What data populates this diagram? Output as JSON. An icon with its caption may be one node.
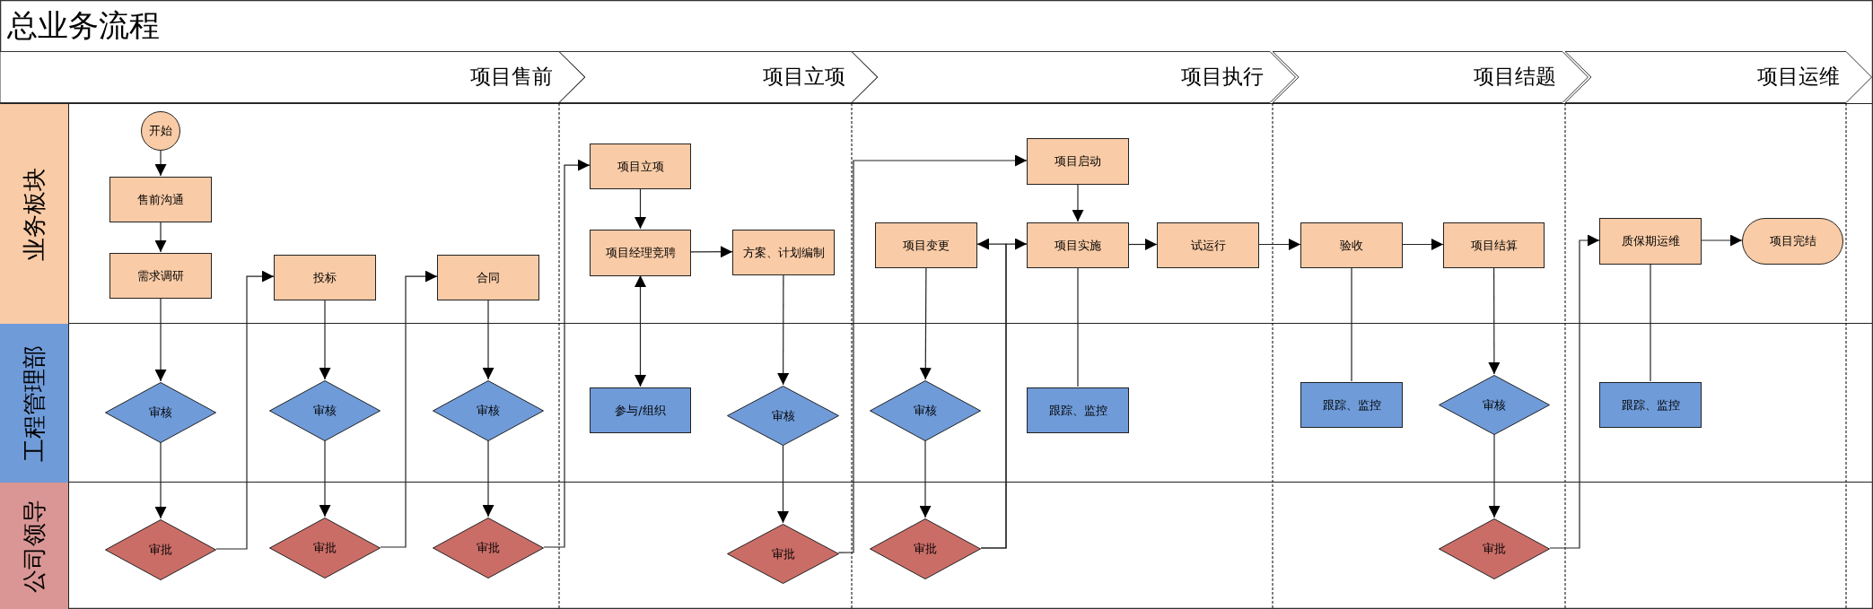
{
  "diagram": {
    "title": "总业务流程",
    "nodes": [
      {
        "text": [
          "项目售前"
        ]
      },
      {
        "text": [
          "项目立项"
        ]
      },
      {
        "text": [
          "项目执行"
        ]
      },
      {
        "text": [
          "项目结题"
        ]
      },
      {
        "text": [
          "项目运维"
        ]
      },
      {
        "text": [
          "业务板块"
        ]
      },
      {
        "text": [
          "工程管理部"
        ]
      },
      {
        "text": [
          "公司领导"
        ]
      },
      {
        "text": [
          "开始"
        ],
        "in": 5
      },
      {
        "text": [
          "售前沟通"
        ],
        "in": 5
      },
      {
        "text": [
          "需求调研"
        ],
        "in": 5
      },
      {
        "text": [
          "审核"
        ],
        "in": 6
      },
      {
        "text": [
          "审批"
        ],
        "in": 7
      },
      {
        "text": [
          "投标"
        ],
        "in": 5
      },
      {
        "text": [
          "审核"
        ],
        "in": 6
      },
      {
        "text": [
          "审批"
        ],
        "in": 7
      },
      {
        "text": [
          "合同"
        ],
        "in": 5
      },
      {
        "text": [
          "审核"
        ],
        "in": 6
      },
      {
        "text": [
          "审批"
        ],
        "in": 7
      },
      {
        "text": [
          "项目立项"
        ],
        "in": 5
      },
      {
        "text": [
          "项目经理竞聘"
        ],
        "in": 5
      },
      {
        "text": [
          "方案、计划编制"
        ],
        "in": 5
      },
      {
        "text": [
          "参与/组织"
        ],
        "in": 6
      },
      {
        "text": [
          "审核"
        ],
        "in": 6
      },
      {
        "text": [
          "审批"
        ],
        "in": 7
      },
      {
        "text": [
          "项目变更"
        ],
        "in": 5
      },
      {
        "text": [
          "审核"
        ],
        "in": 6
      },
      {
        "text": [
          "审批"
        ],
        "in": 7
      },
      {
        "text": [
          "项目启动"
        ],
        "in": 5
      },
      {
        "text": [
          "项目实施"
        ],
        "in": 5
      },
      {
        "text": [
          "跟踪、监控"
        ],
        "in": 6
      },
      {
        "text": [
          "试运行"
        ],
        "in": 5
      },
      {
        "text": [
          "验收"
        ],
        "in": 5
      },
      {
        "text": [
          "项目结算"
        ],
        "in": 5
      },
      {
        "text": [
          "跟踪、监控"
        ],
        "in": 6
      },
      {
        "text": [
          "审核"
        ],
        "in": 6
      },
      {
        "text": [
          "审批"
        ],
        "in": 7
      },
      {
        "text": [
          "质保期运维"
        ],
        "in": 5
      },
      {
        "text": [
          "跟踪、监控"
        ],
        "in": 6
      },
      {
        "text": [
          "项目完结"
        ],
        "in": 5
      }
    ],
    "edges": [
      {
        "from": 8,
        "to": 9,
        "arrow": "to"
      },
      {
        "from": 9,
        "to": 10,
        "arrow": "to"
      },
      {
        "from": 10,
        "to": 11,
        "arrow": "to"
      },
      {
        "from": 11,
        "to": 12,
        "arrow": "to"
      },
      {
        "from": 12,
        "to": 13,
        "arrow": "to"
      },
      {
        "from": 13,
        "to": 14,
        "arrow": "to"
      },
      {
        "from": 14,
        "to": 15,
        "arrow": "to"
      },
      {
        "from": 15,
        "to": 16,
        "arrow": "to"
      },
      {
        "from": 16,
        "to": 17,
        "arrow": "to"
      },
      {
        "from": 17,
        "to": 18,
        "arrow": "to"
      },
      {
        "from": 18,
        "to": 19,
        "arrow": "to"
      },
      {
        "from": 19,
        "to": 20,
        "arrow": "to"
      },
      {
        "from": 20,
        "to": 21,
        "arrow": "to"
      },
      {
        "from": 20,
        "to": 22,
        "arrow": "both"
      },
      {
        "from": 21,
        "to": 23,
        "arrow": "to"
      },
      {
        "from": 23,
        "to": 24,
        "arrow": "to"
      },
      {
        "from": 24,
        "to": 28,
        "arrow": "to"
      },
      {
        "from": 28,
        "to": 29,
        "arrow": "to"
      },
      {
        "from": 25,
        "to": 26,
        "arrow": "to"
      },
      {
        "from": 26,
        "to": 27,
        "arrow": "to"
      },
      {
        "from": 27,
        "to": 25,
        "arrow": "to"
      },
      {
        "from": 27,
        "to": 29,
        "arrow": "to"
      },
      {
        "from": 29,
        "to": 30,
        "arrow": "none"
      },
      {
        "from": 29,
        "to": 31,
        "arrow": "to"
      },
      {
        "from": 31,
        "to": 32,
        "arrow": "to"
      },
      {
        "from": 32,
        "to": 34,
        "arrow": "none"
      },
      {
        "from": 32,
        "to": 33,
        "arrow": "to"
      },
      {
        "from": 33,
        "to": 35,
        "arrow": "to"
      },
      {
        "from": 35,
        "to": 36,
        "arrow": "to"
      },
      {
        "from": 36,
        "to": 37,
        "arrow": "to"
      },
      {
        "from": 37,
        "to": 38,
        "arrow": "none"
      },
      {
        "from": 37,
        "to": 39,
        "arrow": "to"
      }
    ]
  }
}
